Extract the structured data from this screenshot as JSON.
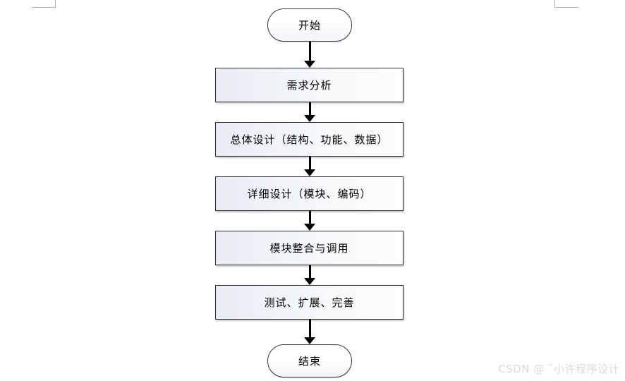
{
  "page": {
    "background_color": "#ffffff",
    "margin_marks_color": "#b3b3b3"
  },
  "flowchart": {
    "title": "",
    "orientation": "vertical",
    "node_fill_start": "#e8ecf4",
    "node_fill_end": "#fdfdfe",
    "node_border_color": "#2f2f2f",
    "connector_color": "#000000",
    "nodes": [
      {
        "id": "start",
        "shape": "terminal",
        "label": "开始"
      },
      {
        "id": "requirements",
        "shape": "process",
        "label": "需求分析"
      },
      {
        "id": "overall",
        "shape": "process",
        "label": "总体设计（结构、功能、数据）"
      },
      {
        "id": "detail",
        "shape": "process",
        "label": "详细设计（模块、编码）"
      },
      {
        "id": "integration",
        "shape": "process",
        "label": "模块整合与调用"
      },
      {
        "id": "testing",
        "shape": "process",
        "label": "测试、扩展、完善"
      },
      {
        "id": "end",
        "shape": "terminal",
        "label": "结束"
      }
    ],
    "edges": [
      {
        "from": "start",
        "to": "requirements",
        "arrow": "down-arrow-icon"
      },
      {
        "from": "requirements",
        "to": "overall",
        "arrow": "down-arrow-icon"
      },
      {
        "from": "overall",
        "to": "detail",
        "arrow": "down-arrow-icon"
      },
      {
        "from": "detail",
        "to": "integration",
        "arrow": "down-arrow-icon"
      },
      {
        "from": "integration",
        "to": "testing",
        "arrow": "down-arrow-icon"
      },
      {
        "from": "testing",
        "to": "end",
        "arrow": "down-arrow-icon"
      }
    ]
  },
  "watermark": {
    "text": "CSDN @ ˇ小许程序设计",
    "color": "#dadada"
  }
}
